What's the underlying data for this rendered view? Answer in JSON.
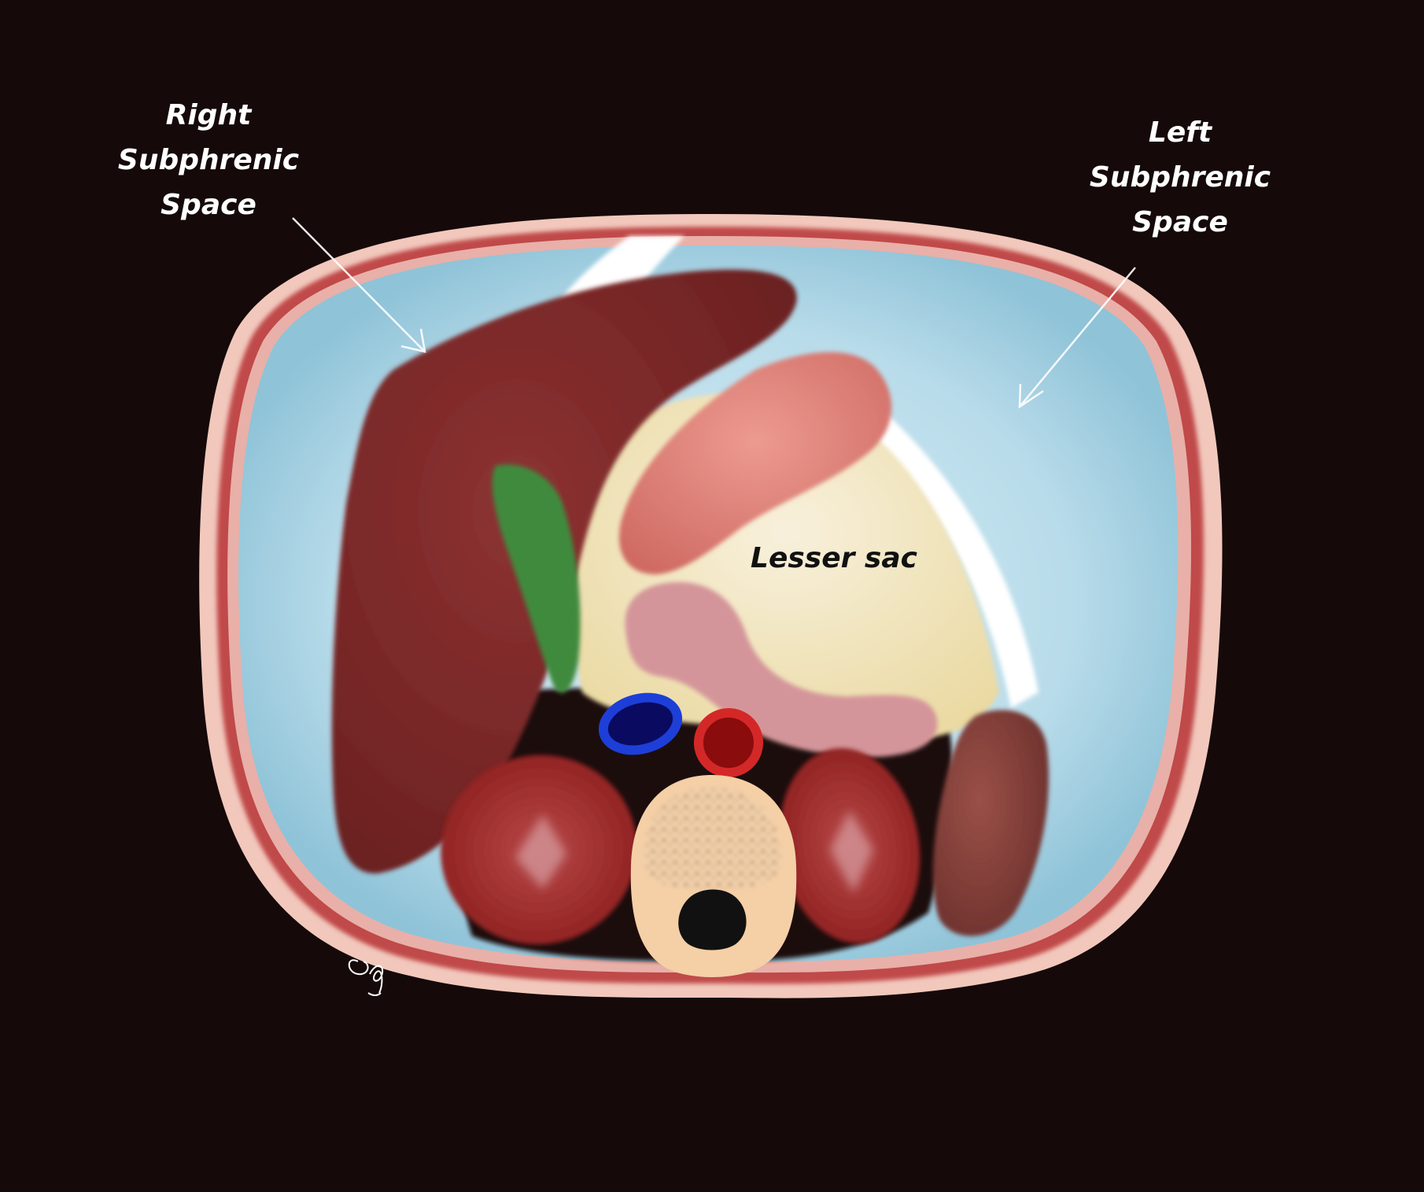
{
  "labels": {
    "right_subphrenic": [
      "Right",
      "Subphrenic",
      "Space"
    ],
    "left_subphrenic": [
      "Left",
      "Subphrenic",
      "Space"
    ],
    "lesser_sac": "Lesser sac"
  },
  "signature": "artist signature",
  "colors": {
    "background": "#150909",
    "body_wall": "#c04848",
    "skin": "#f2c8bc",
    "peritoneal_space": "#b9dcea",
    "liver": "#7e2a2a",
    "gallbladder": "#3f8a3c",
    "stomach": "#e08278",
    "lesser_sac": "#f2e6be",
    "pancreas": "#d4959a",
    "spleen": "#84403c",
    "kidney": "#9b2222",
    "ivc": "#1d3fd8",
    "aorta": "#d42828",
    "vertebra": "#f5cfa6"
  }
}
